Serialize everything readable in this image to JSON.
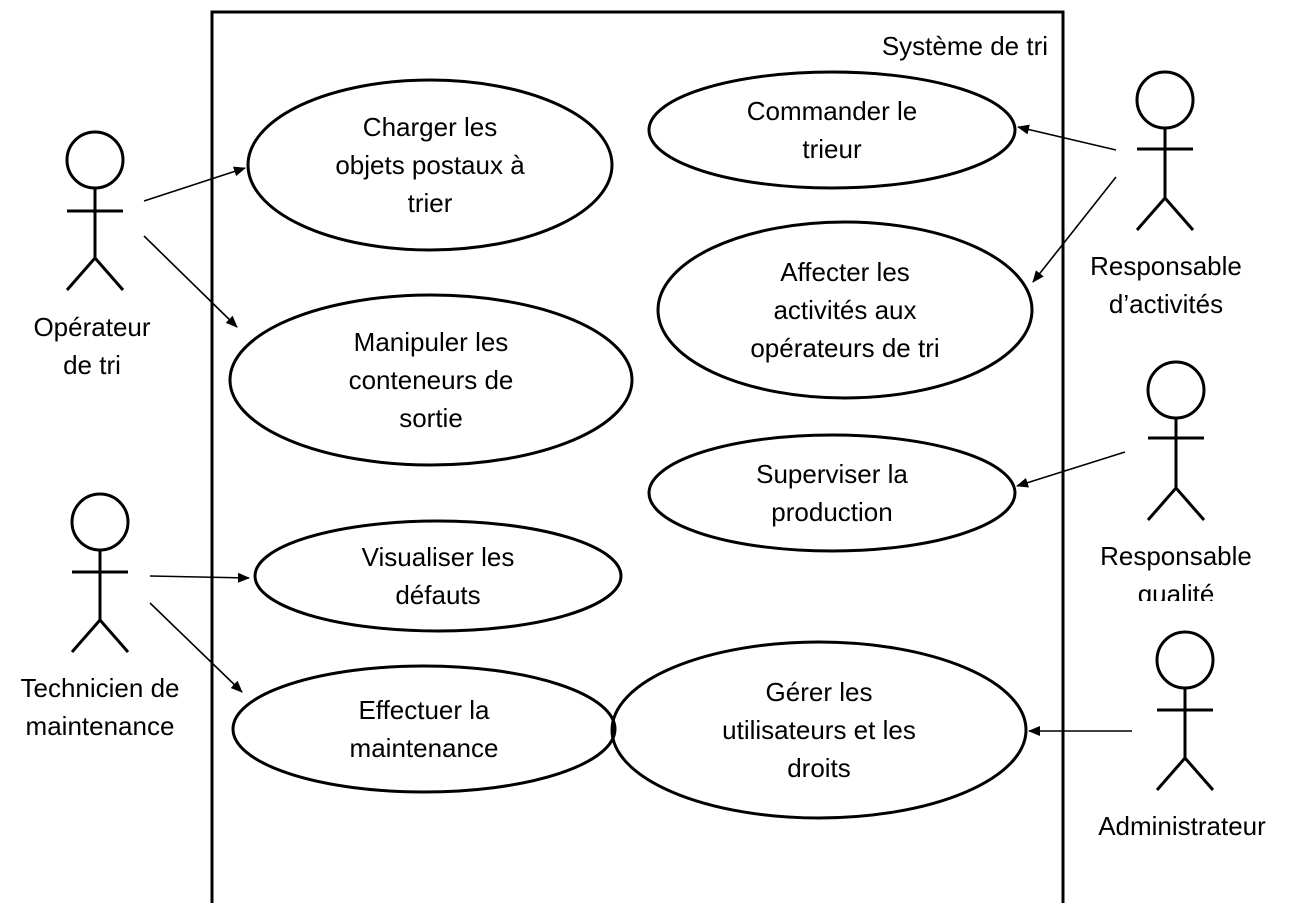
{
  "system": {
    "title": "Système de tri"
  },
  "actors": [
    {
      "id": "operateur",
      "lines": [
        "Opérateur",
        "de tri"
      ]
    },
    {
      "id": "technicien",
      "lines": [
        "Technicien de",
        "maintenance"
      ]
    },
    {
      "id": "responsable-activites",
      "lines": [
        "Responsable",
        "d’activités"
      ]
    },
    {
      "id": "responsable-qualite",
      "lines": [
        "Responsable",
        "qualité"
      ]
    },
    {
      "id": "administrateur",
      "lines": [
        "Administrateur"
      ]
    }
  ],
  "use_cases": [
    {
      "id": "charger",
      "lines": [
        "Charger les",
        "objets postaux à",
        "trier"
      ]
    },
    {
      "id": "manipuler",
      "lines": [
        "Manipuler les",
        "conteneurs de",
        "sortie"
      ]
    },
    {
      "id": "visualiser",
      "lines": [
        "Visualiser les",
        "défauts"
      ]
    },
    {
      "id": "effectuer",
      "lines": [
        "Effectuer la",
        "maintenance"
      ]
    },
    {
      "id": "commander",
      "lines": [
        "Commander le",
        "trieur"
      ]
    },
    {
      "id": "affecter",
      "lines": [
        "Affecter les",
        "activités aux",
        "opérateurs de tri"
      ]
    },
    {
      "id": "superviser",
      "lines": [
        "Superviser la",
        "production"
      ]
    },
    {
      "id": "gerer",
      "lines": [
        "Gérer les",
        "utilisateurs et les",
        "droits"
      ]
    }
  ],
  "associations": [
    {
      "from": "operateur",
      "to": "charger"
    },
    {
      "from": "operateur",
      "to": "manipuler"
    },
    {
      "from": "technicien",
      "to": "visualiser"
    },
    {
      "from": "technicien",
      "to": "effectuer"
    },
    {
      "from": "responsable-activites",
      "to": "commander"
    },
    {
      "from": "responsable-activites",
      "to": "affecter"
    },
    {
      "from": "responsable-qualite",
      "to": "superviser"
    },
    {
      "from": "administrateur",
      "to": "gerer"
    }
  ]
}
